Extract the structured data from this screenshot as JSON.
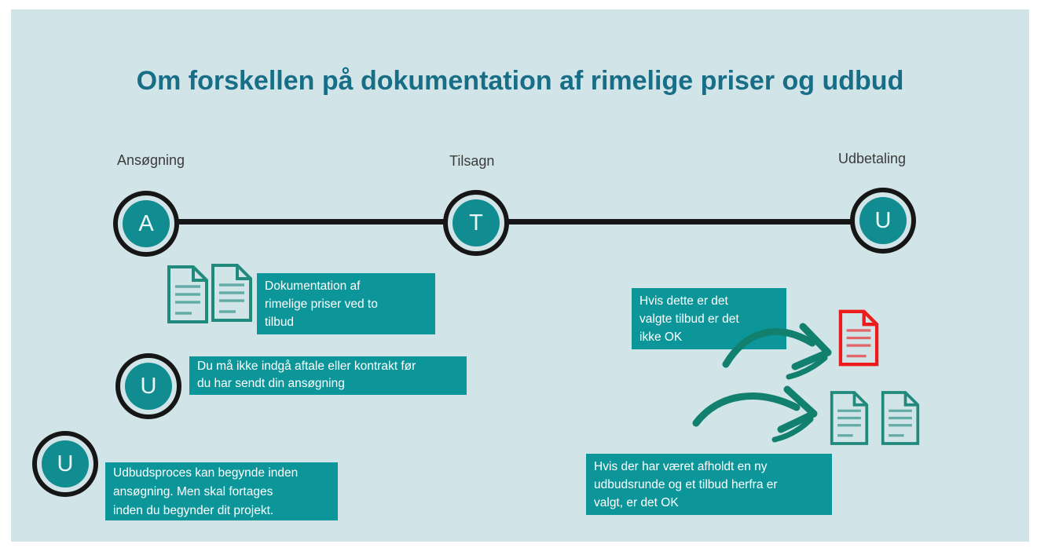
{
  "page": {
    "title": "Om forskellen på dokumentation af rimelige priser og udbud"
  },
  "colors": {
    "panel_background": "#d1e4e7",
    "title_teal": "#176e86",
    "box_teal": "#0d969a",
    "node_teal": "#118d92",
    "timeline_black": "#161616",
    "document_teal": "#218a7d",
    "document_red": "#ed1c1c",
    "arrow_teal": "#12806f"
  },
  "timeline": {
    "stages": [
      {
        "label": "Ansøgning",
        "letter": "A"
      },
      {
        "label": "Tilsagn",
        "letter": "T"
      },
      {
        "label": "Udbetaling",
        "letter": "U"
      }
    ]
  },
  "extra_nodes": [
    {
      "letter": "U"
    },
    {
      "letter": "U"
    }
  ],
  "callouts": {
    "documentation": "Dokumentation  af\nrimelige  priser ved to\ntilbud",
    "no_contract": "Du må ikke indgå aftale eller kontrakt før\ndu har sendt din ansøgning",
    "udbudsproces": "Udbudsproces kan begynde inden\nansøgning. Men skal fortages\ninden du begynder dit projekt.",
    "not_ok": "Hvis dette er det\nvalgte tilbud er det\nikke OK",
    "ok": "Hvis der har været afholdt en ny\nudbudsrunde og et tilbud herfra er\nvalgt, er det OK"
  },
  "icons": {
    "documents_left": "two teal document icons",
    "document_rejected": "red document icon",
    "documents_right": "two teal document icons",
    "arrows": "hand-drawn curved teal arrows"
  }
}
